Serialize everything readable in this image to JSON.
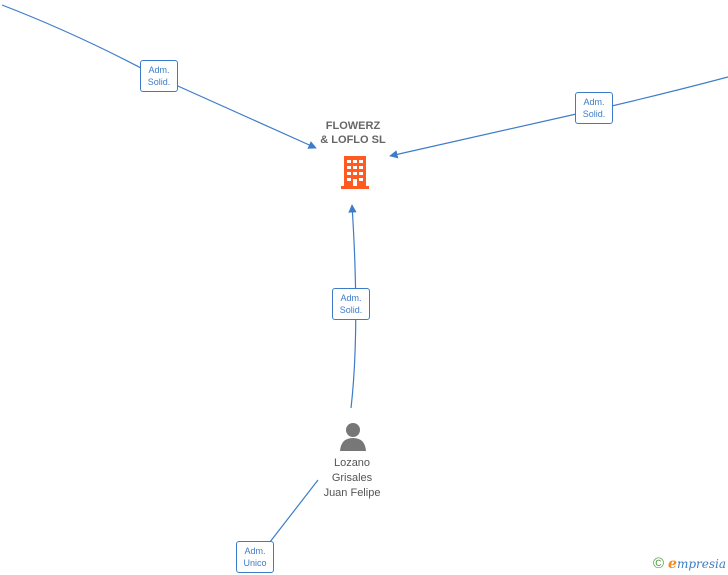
{
  "company": {
    "name": "FLOWERZ\n& LOFLO  SL",
    "icon": "building-icon",
    "color": "#ff5a1f"
  },
  "person": {
    "name": "Lozano\nGrisales\nJuan Felipe",
    "icon": "person-icon",
    "color": "#777777"
  },
  "edges": [
    {
      "id": "top-left",
      "line1": "Adm.",
      "line2": "Solid."
    },
    {
      "id": "top-right",
      "line1": "Adm.",
      "line2": "Solid."
    },
    {
      "id": "center",
      "line1": "Adm.",
      "line2": "Solid."
    },
    {
      "id": "bottom",
      "line1": "Adm.",
      "line2": "Unico"
    }
  ],
  "edge_color": "#3d7cc9",
  "footer": {
    "copyright": "©",
    "brand_initial": "e",
    "brand_rest": "mpresia"
  }
}
